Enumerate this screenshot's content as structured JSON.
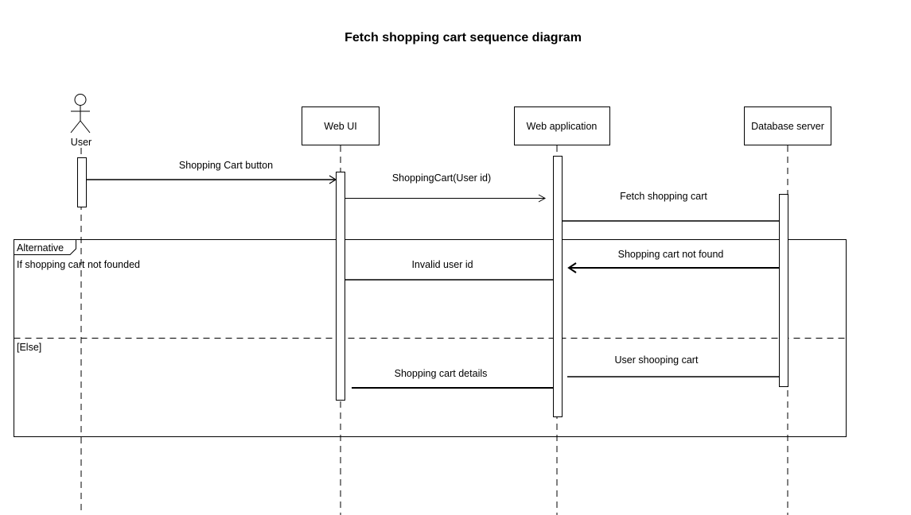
{
  "title": "Fetch shopping cart sequence diagram",
  "participants": {
    "user": "User",
    "web_ui": "Web UI",
    "web_app": "Web application",
    "db": "Database server"
  },
  "messages": {
    "m1": "Shopping Cart button",
    "m2": "ShoppingCart(User id)",
    "m3": "Fetch shopping cart",
    "m4": "Shopping cart not found",
    "m5": "Invalid user id",
    "m6": "User shooping cart",
    "m7": "Shopping cart details"
  },
  "fragment": {
    "operator": "Alternative",
    "guard_if": "If shopping cart not founded",
    "guard_else": "[Else]"
  }
}
